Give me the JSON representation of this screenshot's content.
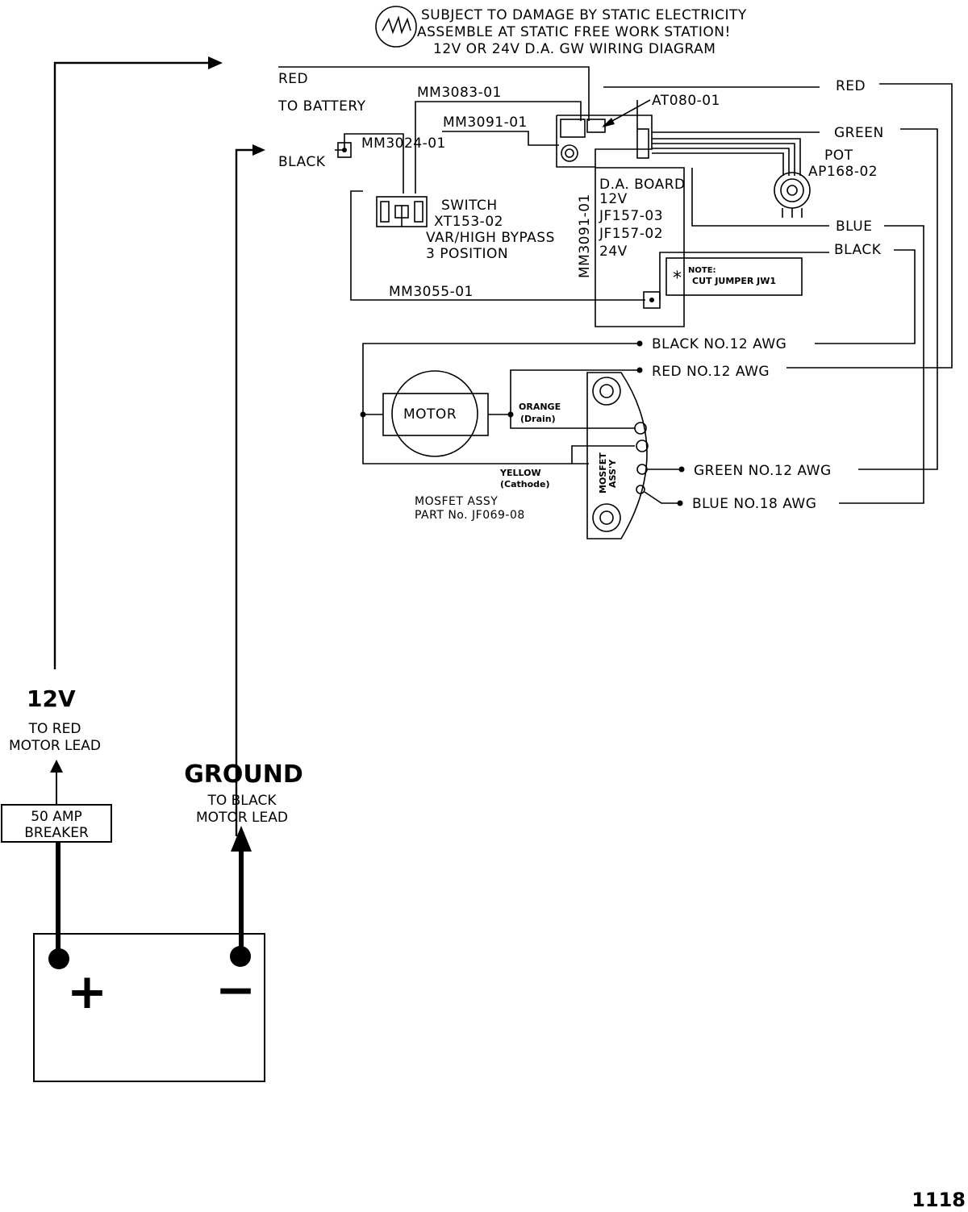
{
  "header": {
    "warning_line1": "SUBJECT TO DAMAGE BY STATIC ELECTRICITY",
    "warning_line2": "ASSEMBLE AT STATIC FREE WORK STATION!",
    "title": "12V OR 24V D.A. GW WIRING DIAGRAM"
  },
  "upper_labels": {
    "red": "RED",
    "to_battery": "TO BATTERY",
    "black": "BLACK",
    "mm3083": "MM3083-01",
    "mm3091": "MM3091-01",
    "mm3024": "MM3024-01",
    "at080": "AT080-01",
    "mm3091_vertical": "MM3091-01",
    "mm3055": "MM3055-01"
  },
  "switch": {
    "line1": "SWITCH",
    "line2": "XT153-02",
    "line3": "VAR/HIGH BYPASS",
    "line4": "3 POSITION"
  },
  "board": {
    "line1": "D.A. BOARD",
    "line2": "12V",
    "line3": "JF157-03",
    "line4": "JF157-02",
    "line5": "24V"
  },
  "pot": {
    "line1": "POT",
    "line2": "AP168-02"
  },
  "note": {
    "star": "*",
    "line1": "NOTE:",
    "line2": "CUT JUMPER JW1"
  },
  "right_wires": {
    "red": "RED",
    "green": "GREEN",
    "blue": "BLUE",
    "black": "BLACK"
  },
  "lower_wires": {
    "black12": "BLACK NO.12 AWG",
    "red12": "RED NO.12 AWG",
    "green12": "GREEN NO.12 AWG",
    "blue18": "BLUE NO.18 AWG"
  },
  "motor": {
    "label": "MOTOR",
    "orange": "ORANGE",
    "drain": "(Drain)",
    "yellow": "YELLOW",
    "cathode": "(Cathode)"
  },
  "mosfet": {
    "vertical1": "MOSFET",
    "vertical2": "ASS'Y",
    "assy_line1": "MOSFET ASSY",
    "assy_line2": "PART No. JF069-08"
  },
  "battery": {
    "v12": "12V",
    "to_red_line1": "TO RED",
    "to_red_line2": "MOTOR LEAD",
    "breaker_line1": "50 AMP",
    "breaker_line2": "BREAKER",
    "ground": "GROUND",
    "to_black_line1": "TO BLACK",
    "to_black_line2": "MOTOR LEAD",
    "plus": "+",
    "minus": "−"
  },
  "page_number": "1118"
}
